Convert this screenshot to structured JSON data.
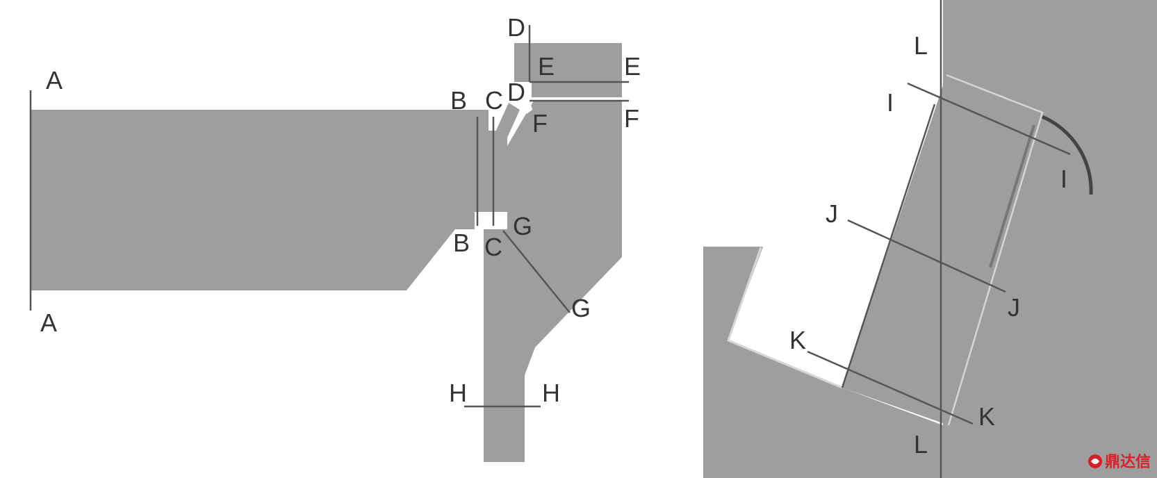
{
  "colors": {
    "background": "#ffffff",
    "part_fill": "#9e9e9e",
    "section_line": "#555555",
    "edge_highlight": "#d6d6d6",
    "label_text": "#333333",
    "watermark": "#d9202a"
  },
  "left_diagram": {
    "labels": {
      "A_top": "A",
      "A_bottom": "A",
      "B_top": "B",
      "B_bottom": "B",
      "C_top": "C",
      "C_bottom": "C",
      "D_top": "D",
      "D_mid": "D",
      "E_left": "E",
      "E_right": "E",
      "F_left": "F",
      "F_right": "F",
      "G_top": "G",
      "G_bottom": "G",
      "H_left": "H",
      "H_right": "H"
    }
  },
  "right_diagram": {
    "labels": {
      "L_top": "L",
      "L_bottom": "L",
      "I_left": "I",
      "I_right": "I",
      "J_left": "J",
      "J_right": "J",
      "K_left": "K",
      "K_right": "K"
    }
  },
  "watermark": {
    "icon": "logo-icon",
    "text": "鼎达信"
  }
}
